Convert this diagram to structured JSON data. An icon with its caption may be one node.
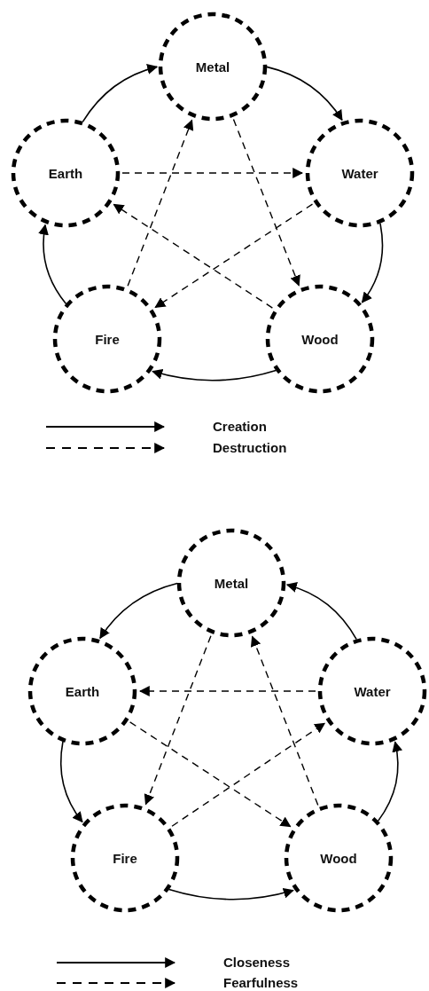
{
  "diagram": {
    "nodes": [
      {
        "text": [
          "Metal"
        ]
      },
      {
        "text": [
          "Earth"
        ]
      },
      {
        "text": [
          "Water"
        ]
      },
      {
        "text": [
          "Fire"
        ]
      },
      {
        "text": [
          "Wood"
        ]
      },
      {
        "text": [
          "Metal"
        ]
      },
      {
        "text": [
          "Earth"
        ]
      },
      {
        "text": [
          "Water"
        ]
      },
      {
        "text": [
          "Fire"
        ]
      },
      {
        "text": [
          "Wood"
        ]
      }
    ],
    "edges": [
      {
        "from": 1,
        "to": 0,
        "arrow": "to"
      },
      {
        "from": 0,
        "to": 2,
        "arrow": "to"
      },
      {
        "from": 2,
        "to": 4,
        "arrow": "to"
      },
      {
        "from": 4,
        "to": 3,
        "arrow": "to"
      },
      {
        "from": 3,
        "to": 1,
        "arrow": "to"
      },
      {
        "from": 1,
        "to": 2,
        "arrow": "to",
        "style": "dashed"
      },
      {
        "from": 2,
        "to": 3,
        "arrow": "to",
        "style": "dashed"
      },
      {
        "from": 3,
        "to": 0,
        "arrow": "to",
        "style": "dashed"
      },
      {
        "from": 0,
        "to": 4,
        "arrow": "to",
        "style": "dashed"
      },
      {
        "from": 4,
        "to": 1,
        "arrow": "to",
        "style": "dashed"
      },
      {
        "from": 5,
        "to": 6,
        "arrow": "to"
      },
      {
        "from": 6,
        "to": 8,
        "arrow": "to"
      },
      {
        "from": 8,
        "to": 9,
        "arrow": "to"
      },
      {
        "from": 9,
        "to": 7,
        "arrow": "to"
      },
      {
        "from": 7,
        "to": 5,
        "arrow": "to"
      },
      {
        "from": 7,
        "to": 6,
        "arrow": "to",
        "style": "dashed"
      },
      {
        "from": 6,
        "to": 9,
        "arrow": "to",
        "style": "dashed"
      },
      {
        "from": 9,
        "to": 5,
        "arrow": "to",
        "style": "dashed"
      },
      {
        "from": 5,
        "to": 8,
        "arrow": "to",
        "style": "dashed"
      },
      {
        "from": 8,
        "to": 7,
        "arrow": "to",
        "style": "dashed"
      }
    ],
    "legend": [
      {
        "text": "Creation"
      },
      {
        "text": "Destruction"
      },
      {
        "text": "Closeness"
      },
      {
        "text": "Fearfulness"
      }
    ]
  }
}
